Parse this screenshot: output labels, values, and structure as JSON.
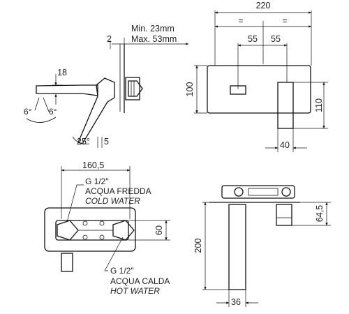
{
  "dimensions": {
    "total_width": "220",
    "equal_left": "=",
    "equal_right": "=",
    "half_offset_left": "55",
    "half_offset_right": "55",
    "plate_height": "100",
    "body_height": "110",
    "body_depth": "40",
    "wall_min": "Min. 23mm",
    "wall_max": "Max. 53mm",
    "plate_thickness": "2",
    "spout_height": "18",
    "lever_angle": "25°",
    "lever_offset": "5",
    "plan_width": "160,5",
    "plan_height": "60",
    "spout_projection": "200",
    "spout_width": "36",
    "side_offset": "64,5"
  },
  "labels": {
    "cold_thread": "G 1/2\"",
    "cold_it": "ACQUA FREDDA",
    "cold_en": "COLD WATER",
    "hot_thread": "G 1/2\"",
    "hot_it": "ACQUA CALDA",
    "hot_en": "HOT WATER",
    "hot_symbol": "6°",
    "cold_symbol": "6°"
  }
}
